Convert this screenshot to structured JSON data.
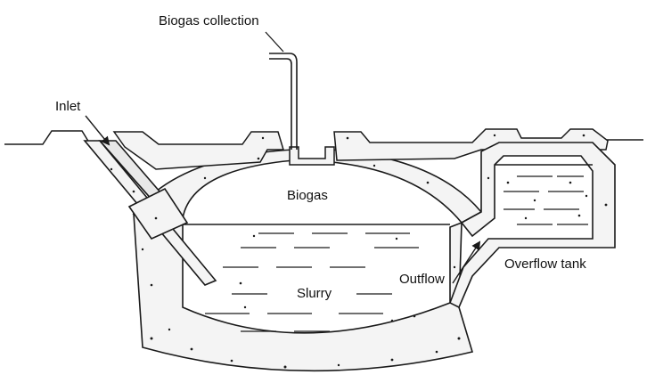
{
  "labels": {
    "biogas_collection": "Biogas collection",
    "inlet": "Inlet",
    "biogas": "Biogas",
    "slurry": "Slurry",
    "outflow": "Outflow",
    "overflow_tank": "Overflow tank"
  },
  "colors": {
    "line": "#1a1a1a",
    "wall_fill": "#f4f4f4",
    "background": "#ffffff"
  }
}
